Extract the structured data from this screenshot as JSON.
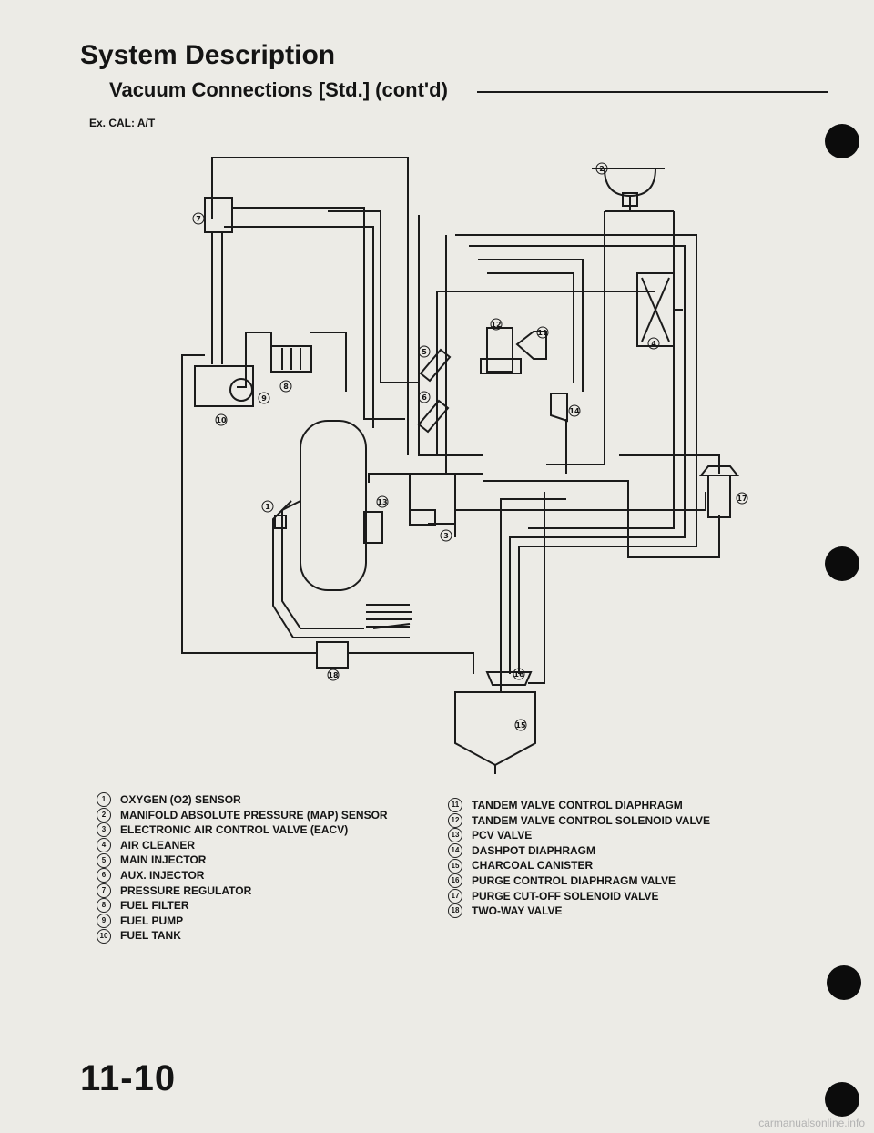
{
  "header": {
    "title": "System Description",
    "subtitle": "Vacuum Connections [Std.] (cont'd)",
    "variant": "Ex. CAL: A/T"
  },
  "legend": {
    "left": [
      {
        "num": "1",
        "label": "OXYGEN (O2) SENSOR"
      },
      {
        "num": "2",
        "label": "MANIFOLD ABSOLUTE PRESSURE (MAP) SENSOR"
      },
      {
        "num": "3",
        "label": "ELECTRONIC AIR CONTROL VALVE (EACV)"
      },
      {
        "num": "4",
        "label": "AIR CLEANER"
      },
      {
        "num": "5",
        "label": "MAIN INJECTOR"
      },
      {
        "num": "6",
        "label": "AUX. INJECTOR"
      },
      {
        "num": "7",
        "label": "PRESSURE REGULATOR"
      },
      {
        "num": "8",
        "label": "FUEL FILTER"
      },
      {
        "num": "9",
        "label": "FUEL PUMP"
      },
      {
        "num": "10",
        "label": "FUEL TANK"
      }
    ],
    "right": [
      {
        "num": "11",
        "label": "TANDEM VALVE CONTROL DIAPHRAGM"
      },
      {
        "num": "12",
        "label": "TANDEM VALVE CONTROL SOLENOID VALVE"
      },
      {
        "num": "13",
        "label": "PCV VALVE"
      },
      {
        "num": "14",
        "label": "DASHPOT DIAPHRAGM"
      },
      {
        "num": "15",
        "label": "CHARCOAL CANISTER"
      },
      {
        "num": "16",
        "label": "PURGE CONTROL DIAPHRAGM VALVE"
      },
      {
        "num": "17",
        "label": "PURGE CUT-OFF SOLENOID VALVE"
      },
      {
        "num": "18",
        "label": "TWO-WAY VALVE"
      }
    ]
  },
  "callouts": [
    {
      "id": "c1",
      "text": "1"
    },
    {
      "id": "c2",
      "text": "2"
    },
    {
      "id": "c3",
      "text": "3"
    },
    {
      "id": "c4",
      "text": "4"
    },
    {
      "id": "c5",
      "text": "5"
    },
    {
      "id": "c6",
      "text": "6"
    },
    {
      "id": "c7",
      "text": "7"
    },
    {
      "id": "c8",
      "text": "8"
    },
    {
      "id": "c9",
      "text": "9"
    },
    {
      "id": "c10",
      "text": "10"
    },
    {
      "id": "c11",
      "text": "11"
    },
    {
      "id": "c12",
      "text": "12"
    },
    {
      "id": "c13",
      "text": "13"
    },
    {
      "id": "c14",
      "text": "14"
    },
    {
      "id": "c15",
      "text": "15"
    },
    {
      "id": "c16",
      "text": "16"
    },
    {
      "id": "c17",
      "text": "17"
    },
    {
      "id": "c18",
      "text": "18"
    }
  ],
  "page_number": "11-10",
  "footer": "carmanualsonline.info"
}
